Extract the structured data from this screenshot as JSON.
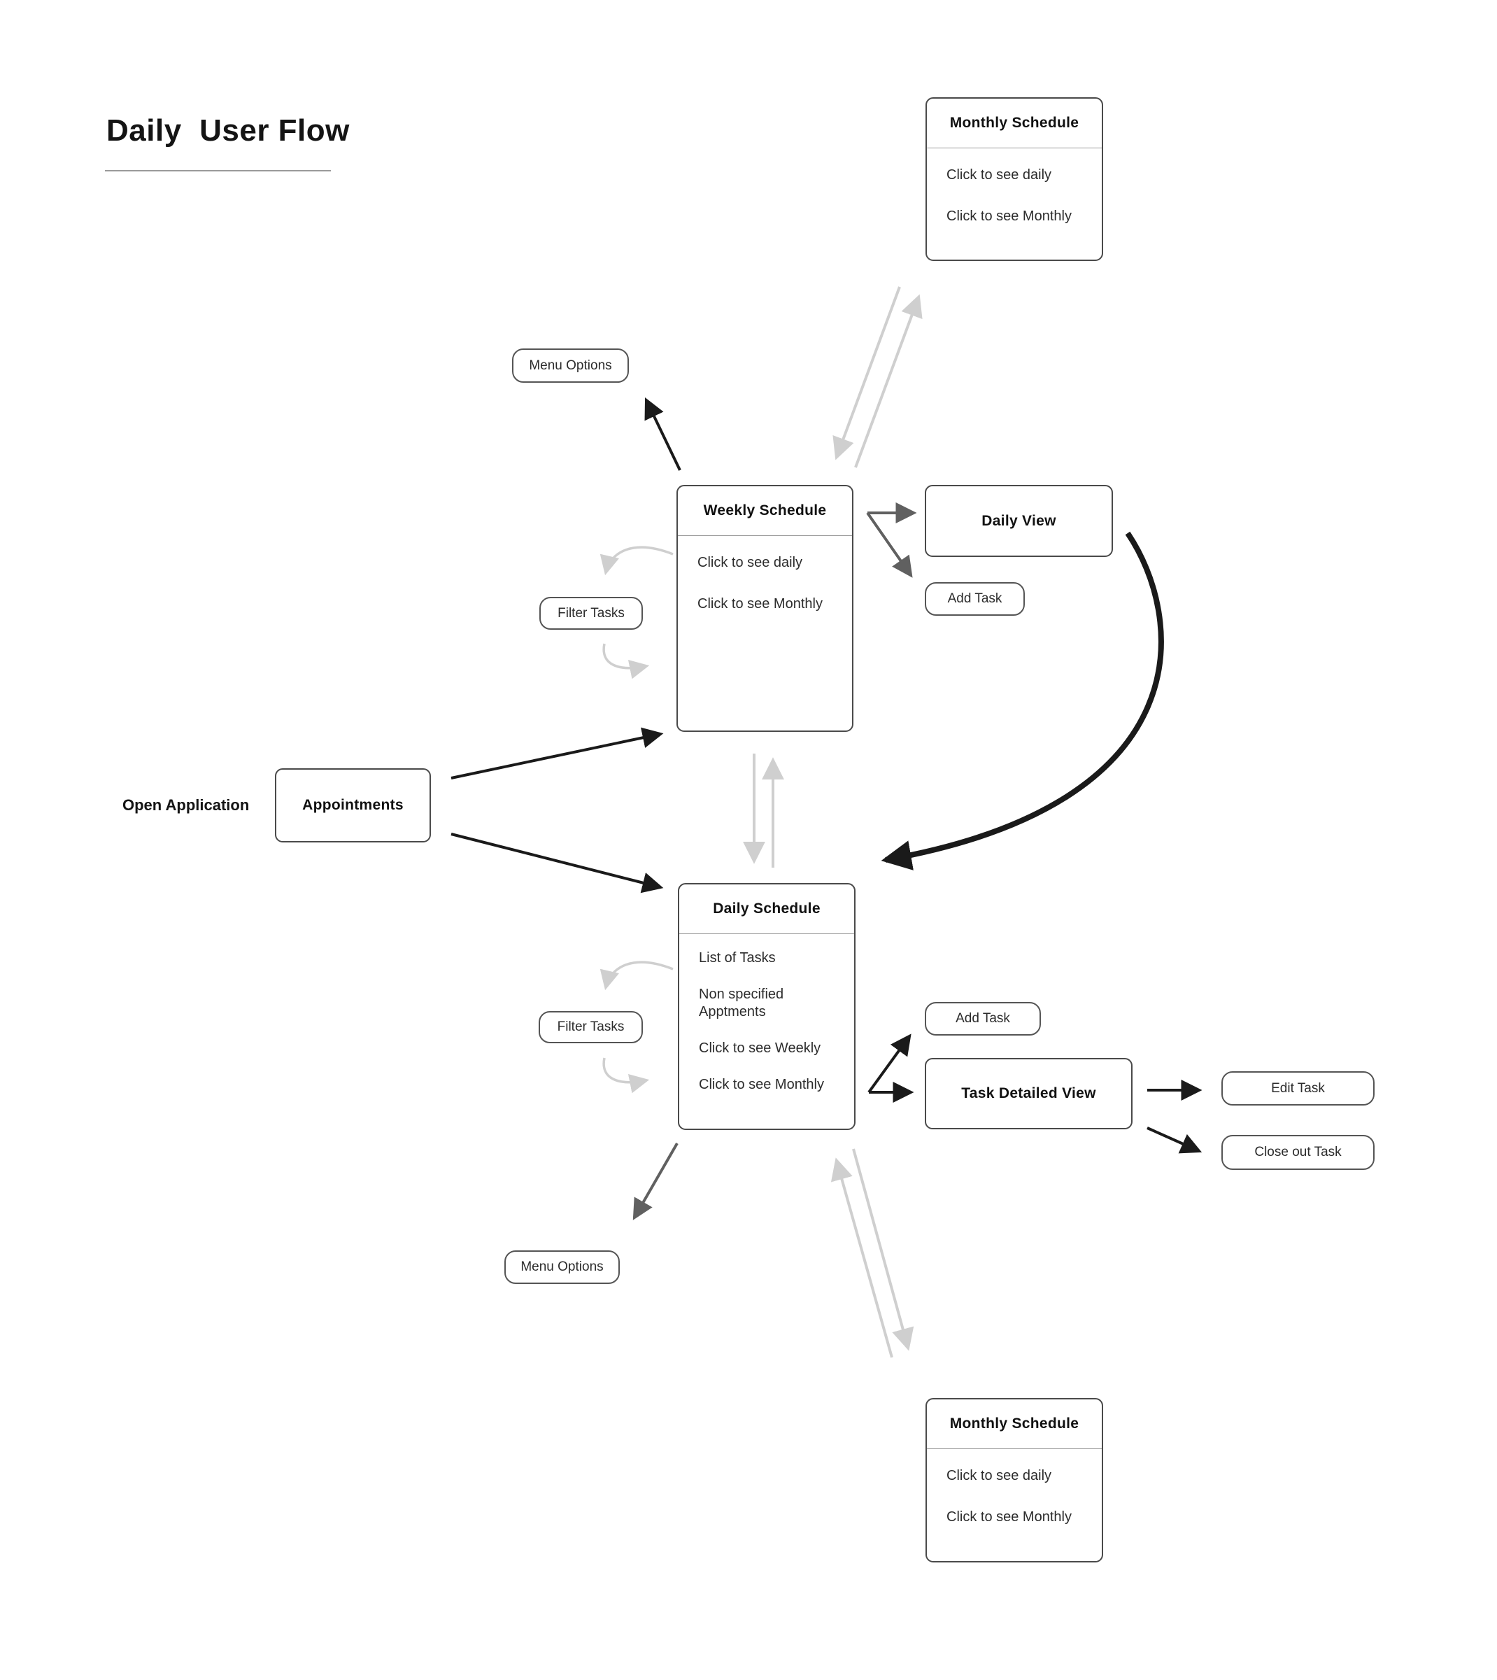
{
  "title": "Daily  User Flow",
  "labels": {
    "open_application": "Open Application"
  },
  "nodes": {
    "monthly_top": {
      "title": "Monthly Schedule",
      "items": [
        "Click to see daily",
        "Click to see Monthly"
      ]
    },
    "weekly": {
      "title": "Weekly Schedule",
      "items": [
        "Click to see daily",
        "Click to see Monthly"
      ]
    },
    "daily_view": {
      "title": "Daily View"
    },
    "appointments": {
      "title": "Appointments"
    },
    "daily": {
      "title": "Daily Schedule",
      "items": [
        "List of Tasks",
        "Non specified Apptments",
        "Click to see Weekly",
        "Click to see Monthly"
      ]
    },
    "task_detail": {
      "title": "Task Detailed View"
    },
    "monthly_bottom": {
      "title": "Monthly Schedule",
      "items": [
        "Click to see daily",
        "Click to see Monthly"
      ]
    }
  },
  "pills": {
    "menu_top": "Menu Options",
    "filter_top": "Filter Tasks",
    "add_task_top": "Add Task",
    "filter_bottom": "Filter Tasks",
    "add_task_bottom": "Add Task",
    "edit_task": "Edit Task",
    "close_out_task": "Close out Task",
    "menu_bottom": "Menu Options"
  },
  "colors": {
    "arrow_black": "#1a1a1a",
    "arrow_dark_gray": "#606060",
    "arrow_light_gray": "#cfcfcf",
    "box_border": "#4a4a4a",
    "divider": "#9a9a9a",
    "text": "#1f1f1f"
  }
}
